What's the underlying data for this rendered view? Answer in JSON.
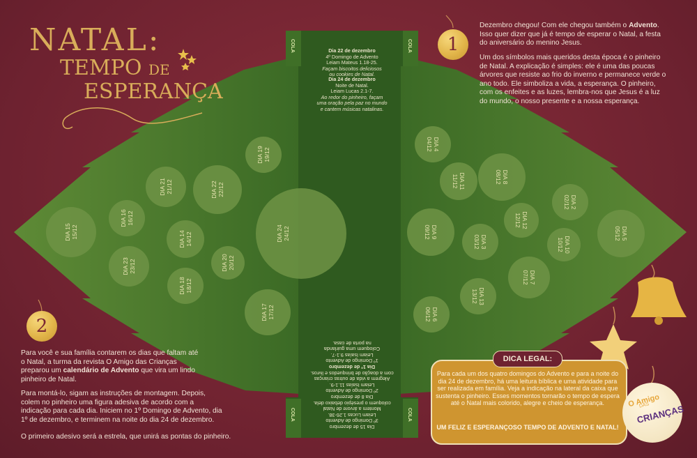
{
  "title": {
    "line1": "NATAL:",
    "line2": "TEMPO",
    "line2_small": "DE",
    "line3": "ESPERANÇA"
  },
  "ornaments": {
    "one": "1",
    "two": "2"
  },
  "intro": {
    "p1_a": "Dezembro chegou! Com ele chegou também o ",
    "p1_b": "Advento",
    "p1_c": ". Isso quer dizer que já é tempo de esperar o Natal, a festa do aniversário do menino Jesus.",
    "p2": "Um dos símbolos mais queridos desta época é o pinheiro de Natal. A explicação é simples: ele é uma das poucas árvores que resiste ao frio do inverno e permanece verde o ano todo. Ele simboliza a vida, a esperança. O pinheiro, com os enfeites e as luzes, lembra-nos que Jesus é a luz do mundo, o nosso presente e a nossa esperança."
  },
  "instructions": {
    "p1_a": "Para você e sua família contarem os dias que faltam até o Natal, a turma da revista O Amigo das Crianças preparou um ",
    "p1_b": "calendário de Advento",
    "p1_c": " que vira um lindo pinheiro de Natal.",
    "p2": "Para montá-lo, sigam as instruções de montagem. Depois, colem no pinheiro uma figura adesiva de acordo com a indicação para cada dia. Iniciem no 1º Domingo de Advento, dia 1º de dezembro, e terminem na noite do dia 24 de dezembro.",
    "p3": "O primeiro adesivo será a estrela, que unirá as pontas do pinheiro."
  },
  "strip": {
    "cola": "COLA",
    "top_a_title": "Dia 22 de dezembro",
    "top_a_lines": [
      "4º Domingo de Advento",
      "Leiam Mateus 1.18-25."
    ],
    "top_a_italic": [
      "Façam biscoitos deliciosos",
      "ou cookies de Natal."
    ],
    "top_b_title": "Dia 24 de dezembro",
    "top_b_lines": [
      "Noite de Natal.",
      "Leiam Lucas 2.1-7."
    ],
    "top_b_italic": [
      "Ao redor do pinheiro, façam",
      "uma oração pela paz no mundo",
      "e cantem músicas natalinas."
    ],
    "bottom_text": [
      "Dia 1º de dezembro",
      "1º Domingo de Advento",
      "Leiam Isaías 9.1-7.",
      "Coloquem uma guirlanda",
      "na porta de casa.",
      "Dia 8 de dezembro",
      "2º Domingo de Advento",
      "Leiam Isaías 11.1-9.",
      "Alegrem a vida de outras crianças",
      "com a doação de brinquedos e livros.",
      "Dia 15 de dezembro",
      "3º Domingo de Advento",
      "Leiam Lucas 1.26-38.",
      "Montem a árvore de Natal",
      "coloquem o presépio debaixo dela."
    ]
  },
  "days": [
    {
      "id": "15",
      "label": "DIA 15",
      "date": "15/12"
    },
    {
      "id": "16",
      "label": "DIA 16",
      "date": "16/12"
    },
    {
      "id": "21",
      "label": "DIA 21",
      "date": "21/12"
    },
    {
      "id": "19",
      "label": "DIA 19",
      "date": "19/12"
    },
    {
      "id": "22",
      "label": "DIA 22",
      "date": "22/12"
    },
    {
      "id": "14",
      "label": "DIA 14",
      "date": "14/12"
    },
    {
      "id": "23",
      "label": "DIA 23",
      "date": "23/12"
    },
    {
      "id": "20",
      "label": "DIA 20",
      "date": "20/12"
    },
    {
      "id": "18",
      "label": "DIA 18",
      "date": "18/12"
    },
    {
      "id": "17",
      "label": "DIA 17",
      "date": "17/12"
    },
    {
      "id": "24",
      "label": "DIA 24",
      "date": "24/12"
    },
    {
      "id": "4",
      "label": "DIA 4",
      "date": "04/12"
    },
    {
      "id": "11",
      "label": "DIA 11",
      "date": "11/12"
    },
    {
      "id": "8",
      "label": "DIA 8",
      "date": "08/12"
    },
    {
      "id": "2",
      "label": "DIA 2",
      "date": "02/12"
    },
    {
      "id": "5",
      "label": "DIA 5",
      "date": "05/12"
    },
    {
      "id": "9",
      "label": "DIA 9",
      "date": "09/12"
    },
    {
      "id": "3",
      "label": "DIA 3",
      "date": "03/12"
    },
    {
      "id": "12",
      "label": "DIA 12",
      "date": "12/12"
    },
    {
      "id": "10",
      "label": "DIA 10",
      "date": "10/12"
    },
    {
      "id": "7",
      "label": "DIA 7",
      "date": "07/12"
    },
    {
      "id": "13",
      "label": "DIA 13",
      "date": "13/12"
    },
    {
      "id": "6",
      "label": "DIA 6",
      "date": "06/12"
    }
  ],
  "dica": {
    "label": "DICA LEGAL:",
    "text": "Para cada um dos quatro domingos do Advento e para a noite do dia 24 de dezembro, há uma leitura bíblica e uma atividade para ser realizada em família. Veja a indicação na lateral da caixa que sustenta o pinheiro. Esses momentos tornarão o tempo de espera até o Natal mais colorido, alegre e cheio de esperança.",
    "final": "UM FELIZ E ESPERANÇOSO TEMPO DE ADVENTO E NATAL!"
  },
  "logo": {
    "t1": "O Amigo",
    "t2": "DAS",
    "t3": "CRIANÇAS"
  },
  "colors": {
    "background": "#7a2633",
    "tree_dark": "#2f5a1f",
    "tree_light": "#4e7a30",
    "gold": "#d9ad5a"
  }
}
